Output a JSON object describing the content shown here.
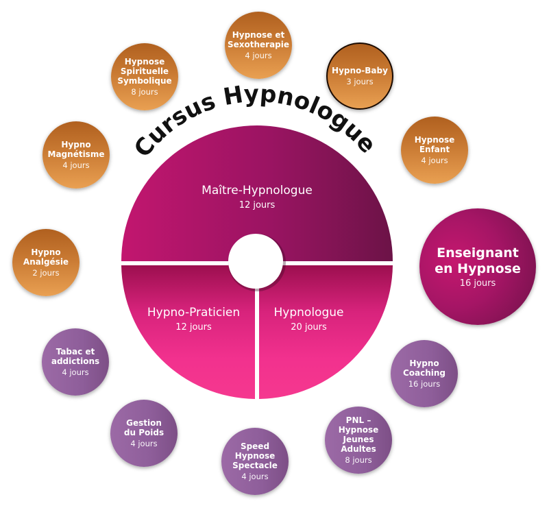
{
  "title": "Cursus Hypnologue",
  "colors": {
    "orange": "#c97a33",
    "violet": "#8e5e9a",
    "magenta_dark": "#7a1350",
    "magenta": "#b0146a",
    "pink": "#f2358f"
  },
  "core": {
    "top": {
      "name": "Maître-Hypnologue",
      "duration": "12 jours"
    },
    "bottom_left": {
      "name": "Hypno-Praticien",
      "duration": "12 jours"
    },
    "bottom_right": {
      "name": "Hypnologue",
      "duration": "20 jours"
    }
  },
  "modules": [
    {
      "name": "Hypnose et\nSexotherapie",
      "duration": "4 jours",
      "color": "orange"
    },
    {
      "name": "Hypno-Baby",
      "duration": "3 jours",
      "color": "orange"
    },
    {
      "name": "Hypnose\nSpirituelle\nSymbolique",
      "duration": "8 jours",
      "color": "orange"
    },
    {
      "name": "Hypno\nMagnétisme",
      "duration": "4 jours",
      "color": "orange"
    },
    {
      "name": "Hypnose\nEnfant",
      "duration": "4 jours",
      "color": "orange"
    },
    {
      "name": "Hypno\nAnalgésie",
      "duration": "2 jours",
      "color": "orange"
    },
    {
      "name": "Enseignant\nen Hypnose",
      "duration": "16 jours",
      "color": "magenta"
    },
    {
      "name": "Tabac et\naddictions",
      "duration": "4 jours",
      "color": "violet"
    },
    {
      "name": "Hypno\nCoaching",
      "duration": "16 jours",
      "color": "violet"
    },
    {
      "name": "Gestion\ndu Poids",
      "duration": "4 jours",
      "color": "violet"
    },
    {
      "name": "PNL –\nHypnose\nJeunes\nAdultes",
      "duration": "8 jours",
      "color": "violet"
    },
    {
      "name": "Speed\nHypnose\nSpectacle",
      "duration": "4 jours",
      "color": "violet"
    }
  ]
}
